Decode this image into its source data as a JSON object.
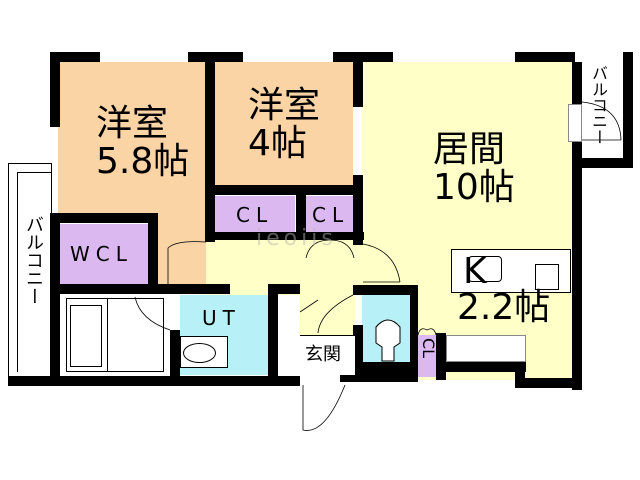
{
  "floorplan": {
    "colors": {
      "western_room": "#fbd4a6",
      "living": "#ffffc8",
      "closet": "#dcb8f0",
      "wet_area": "#b8f0f8",
      "wall": "#000000"
    },
    "rooms": {
      "western1": {
        "name": "洋室",
        "size": "5.8帖"
      },
      "western2": {
        "name": "洋室",
        "size": "4帖"
      },
      "living": {
        "name": "居間",
        "size": "10帖"
      },
      "kitchen": {
        "name": "K",
        "size": "2.2帖"
      },
      "wcl": {
        "name": "WCL"
      },
      "cl1": {
        "name": "CL"
      },
      "cl2": {
        "name": "CL"
      },
      "cl3": {
        "name": "CL"
      },
      "ut": {
        "name": "UT"
      },
      "entrance": {
        "name": "玄関"
      },
      "balcony_left": {
        "name": "バルコニー"
      },
      "balcony_right": {
        "name": "バルコニー"
      }
    },
    "watermark": "ieoiis"
  }
}
